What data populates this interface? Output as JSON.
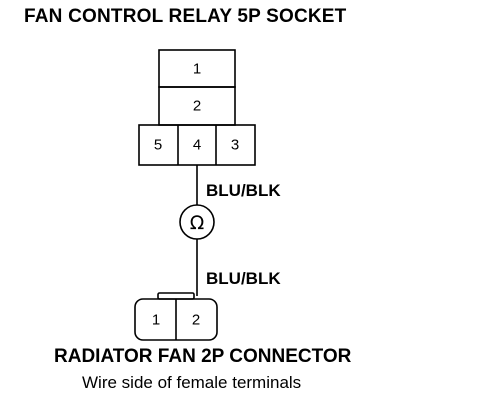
{
  "relay_socket": {
    "title": "FAN CONTROL RELAY 5P SOCKET",
    "pins": {
      "p1": "1",
      "p2": "2",
      "p3": "3",
      "p4": "4",
      "p5": "5"
    }
  },
  "wires": {
    "upper_label": "BLU/BLK",
    "lower_label": "BLU/BLK"
  },
  "meter": {
    "symbol": "Ω",
    "icon": "ohmmeter-icon"
  },
  "fan_connector": {
    "title": "RADIATOR FAN 2P CONNECTOR",
    "subtitle": "Wire side of female terminals",
    "pins": {
      "p1": "1",
      "p2": "2"
    }
  }
}
